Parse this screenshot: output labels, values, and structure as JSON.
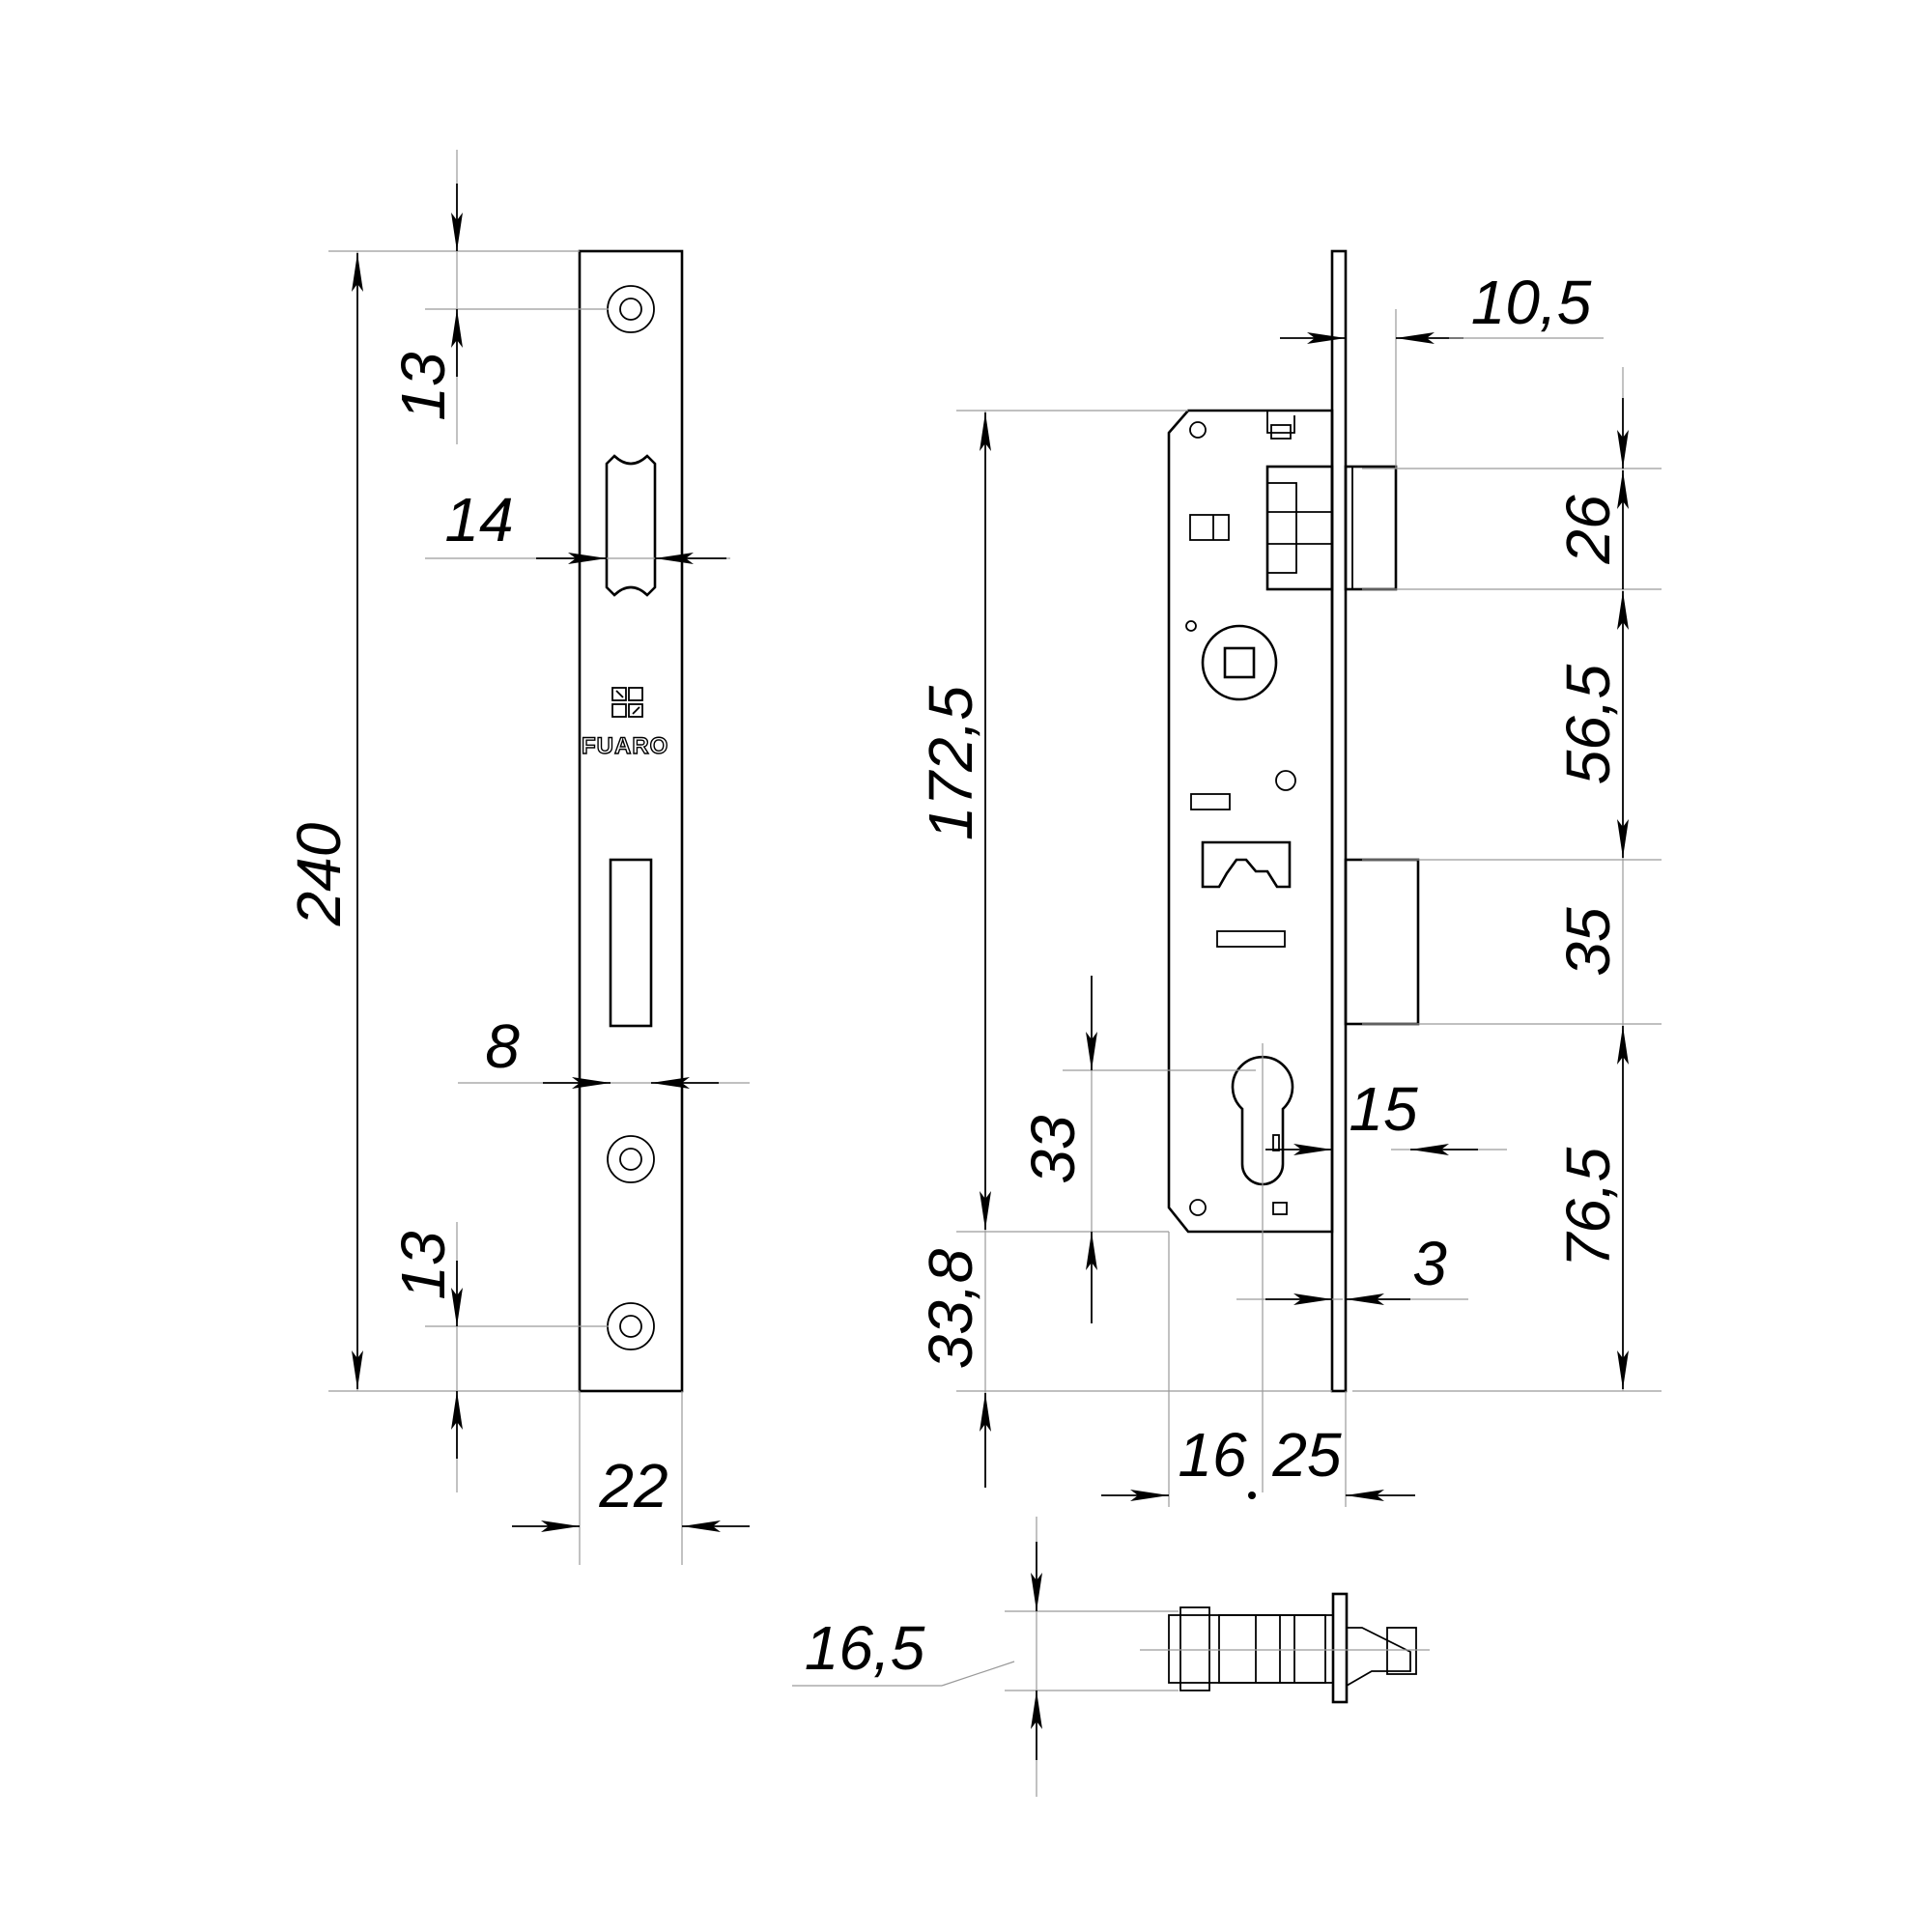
{
  "brand": {
    "name": "FUARO"
  },
  "dimensions": {
    "faceplate_top_hole": "13",
    "faceplate_height": "240",
    "latch_hole_width": "14",
    "bolt_hole_width": "8",
    "faceplate_bottom_hole": "13",
    "faceplate_width": "22",
    "faceplate_thickness": "10,5",
    "body_height": "172,5",
    "latch_height": "26",
    "latch_to_bolt": "56,5",
    "bolt_height": "35",
    "bolt_to_bottom": "76,5",
    "cylinder_spacing": "33",
    "cylinder_offset": "15",
    "bottom_offset": "33,8",
    "small_offset": "3",
    "backset_left": "16",
    "backset_right": "25",
    "latch_width": "16,5"
  },
  "colors": {
    "line": "#000000",
    "extension_line": "#9a9a9a",
    "background": "#ffffff"
  }
}
